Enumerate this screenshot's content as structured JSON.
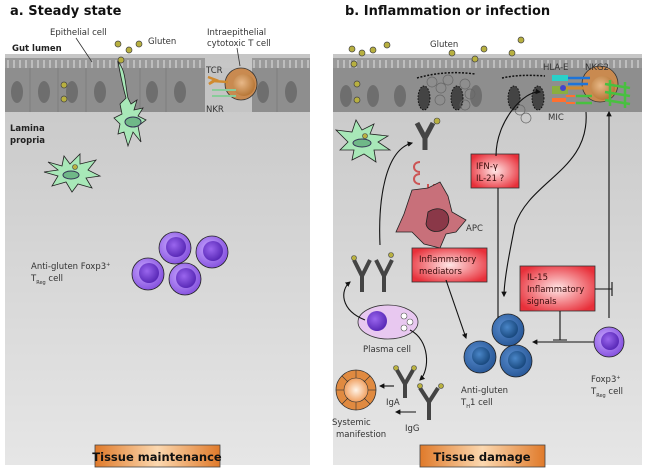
{
  "panel_a": {
    "title": "a. Steady state",
    "labels": {
      "gut_lumen": "Gut lumen",
      "epithelial_cell": "Epithelial cell",
      "gluten": "Gluten",
      "iel_line1": "Intraepithelial",
      "iel_line2": "cytotoxic T cell",
      "tcr": "TCR",
      "nkr": "NKR",
      "lamina_line1": "Lamina",
      "lamina_line2": "propria",
      "treg_line1": "Anti-gluten Foxp3",
      "treg_sup": "+",
      "treg_T": "T",
      "treg_sub": "Reg",
      "treg_cell": " cell"
    },
    "outcome": "Tissue maintenance"
  },
  "panel_b": {
    "title": "b. Inflammation or infection",
    "labels": {
      "gluten": "Gluten",
      "hla_e": "HLA-E",
      "nkg2": "NKG2",
      "mic": "MIC",
      "apc": "APC",
      "plasma_cell": "Plasma cell",
      "iga": "IgA",
      "igg": "IgG",
      "systemic_line1": "Systemic",
      "systemic_line2": "manifestion",
      "th1_line1": "Anti-gluten",
      "th1_T": "T",
      "th1_sub": "H",
      "th1_rest": "1 cell",
      "foxp3": "Foxp3",
      "foxp3_sup": "+",
      "treg_T": "T",
      "treg_sub": "Reg",
      "treg_cell": " cell"
    },
    "boxes": {
      "ifn_line1": "IFN-γ",
      "ifn_line2": "IL-21 ?",
      "infl_line1": "Inflammatory",
      "infl_line2": "mediators",
      "il15_line1": "IL-15",
      "il15_line2": "Inflammatory",
      "il15_line3": "signals"
    },
    "outcome": "Tissue damage"
  },
  "colors": {
    "gluten": "#b8b040",
    "dendritic": "#a8e8b8",
    "treg": "#9966ee",
    "th1": "#3b6fb0",
    "red_box": "#e8303a",
    "outcome_box": "#e8893a",
    "iel": "#c98a50"
  }
}
